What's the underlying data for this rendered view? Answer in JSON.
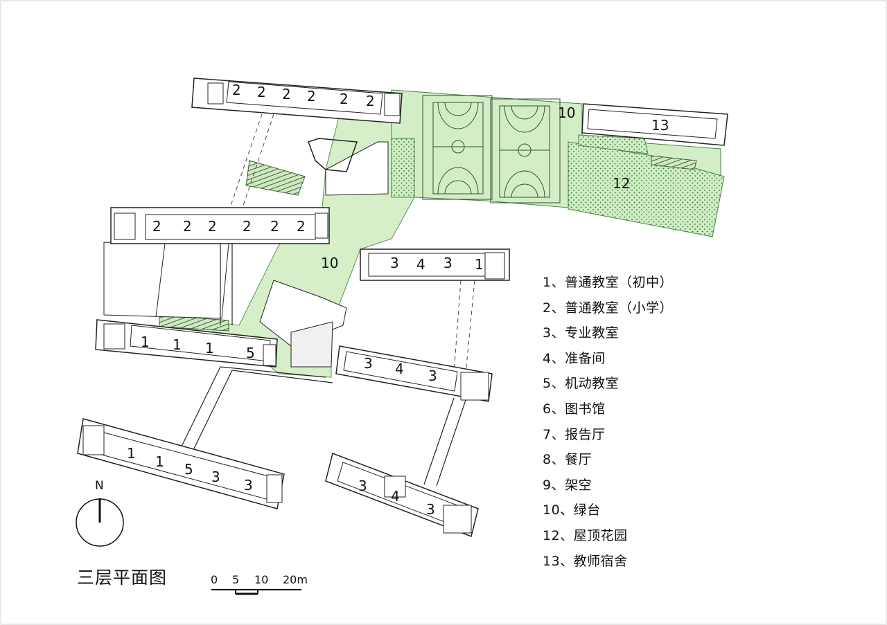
{
  "plan": {
    "title": "三层平面图",
    "north": "N",
    "scale": {
      "labels": [
        "0",
        "5",
        "10",
        "20m"
      ]
    }
  },
  "legend": [
    "1、普通教室（初中）",
    "2、普通教室（小学）",
    "3、专业教室",
    "4、准备间",
    "5、机动教室",
    "6、图书馆",
    "7、报告厅",
    "8、餐厅",
    "9、架空",
    "10、绿台",
    "12、屋顶花园",
    "13、教师宿舍"
  ],
  "rooms": {
    "top_block": [
      "2",
      "2",
      "2",
      "2",
      "2",
      "2"
    ],
    "second_block": [
      "2",
      "2",
      "2",
      "2",
      "2",
      "2"
    ],
    "middle_right": [
      "3",
      "4",
      "3",
      "1"
    ],
    "junior_block": [
      "1",
      "1",
      "1",
      "5"
    ],
    "east_block": [
      "3",
      "4",
      "3"
    ],
    "south_west": [
      "1",
      "1",
      "5",
      "3",
      "3"
    ],
    "south_east": [
      "3",
      "4",
      "3"
    ],
    "dorm": "13",
    "green_deck_labels": [
      "10",
      "10"
    ],
    "roof_garden": "12"
  },
  "colors": {
    "green_deck": "#d6efc8",
    "roof_garden": "#c9ecbf",
    "line": "#222222"
  }
}
